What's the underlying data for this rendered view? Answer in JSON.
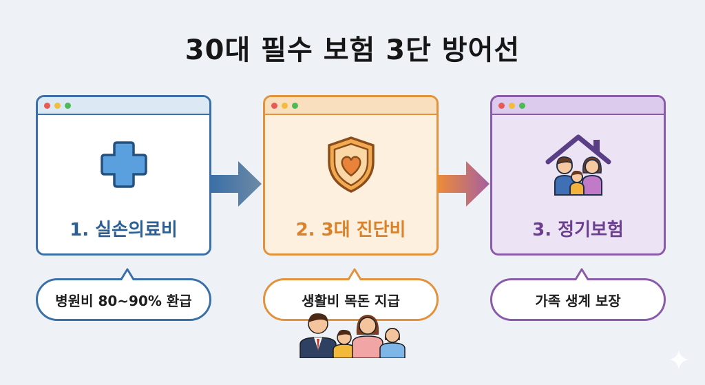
{
  "title": "30대 필수 보험 3단 방어선",
  "cards": [
    {
      "label": "1. 실손의료비",
      "icon": "medical-cross-icon",
      "color": "#3a6fa7"
    },
    {
      "label": "2. 3대 진단비",
      "icon": "shield-heart-icon",
      "color": "#e3923c"
    },
    {
      "label": "3. 정기보험",
      "icon": "family-house-icon",
      "color": "#8a5ba8"
    }
  ],
  "bubbles": [
    {
      "text": "병원비 80~90% 환급"
    },
    {
      "text": "생활비 목돈 지급"
    },
    {
      "text": "가족 생계 보장"
    }
  ],
  "colors": {
    "blue": "#3a6fa7",
    "orange": "#e3923c",
    "purple": "#8a5ba8",
    "background": "#eef2f7"
  }
}
